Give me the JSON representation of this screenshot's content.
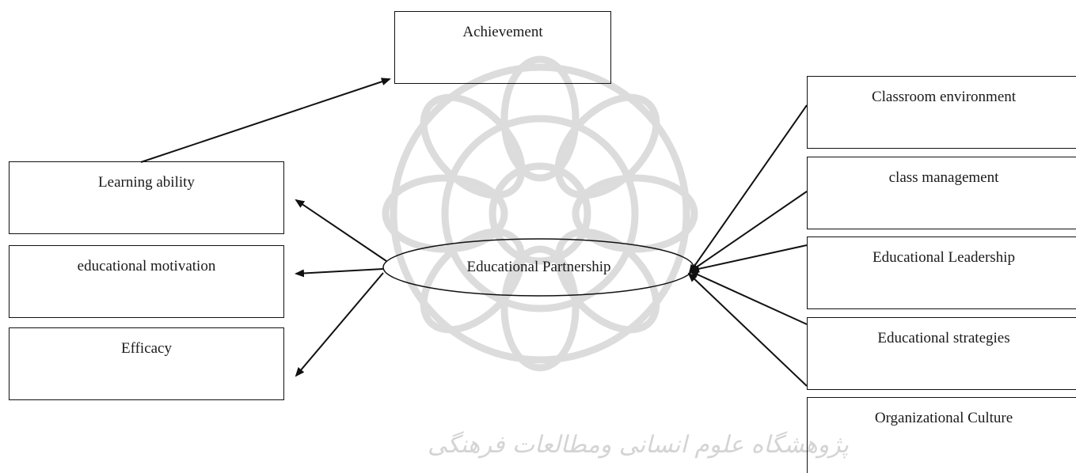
{
  "diagram": {
    "center": "Educational Partnership",
    "top": "Achievement",
    "left_outcomes": [
      "Learning ability",
      "educational motivation",
      "Efficacy"
    ],
    "right_factors": [
      "Classroom environment",
      "class management",
      "Educational Leadership",
      "Educational strategies",
      "Organizational Culture"
    ]
  },
  "watermark": {
    "text": "پژوهشگاه علوم انسانی ومطالعات فرهنگی",
    "color": "#d4d4d4"
  }
}
